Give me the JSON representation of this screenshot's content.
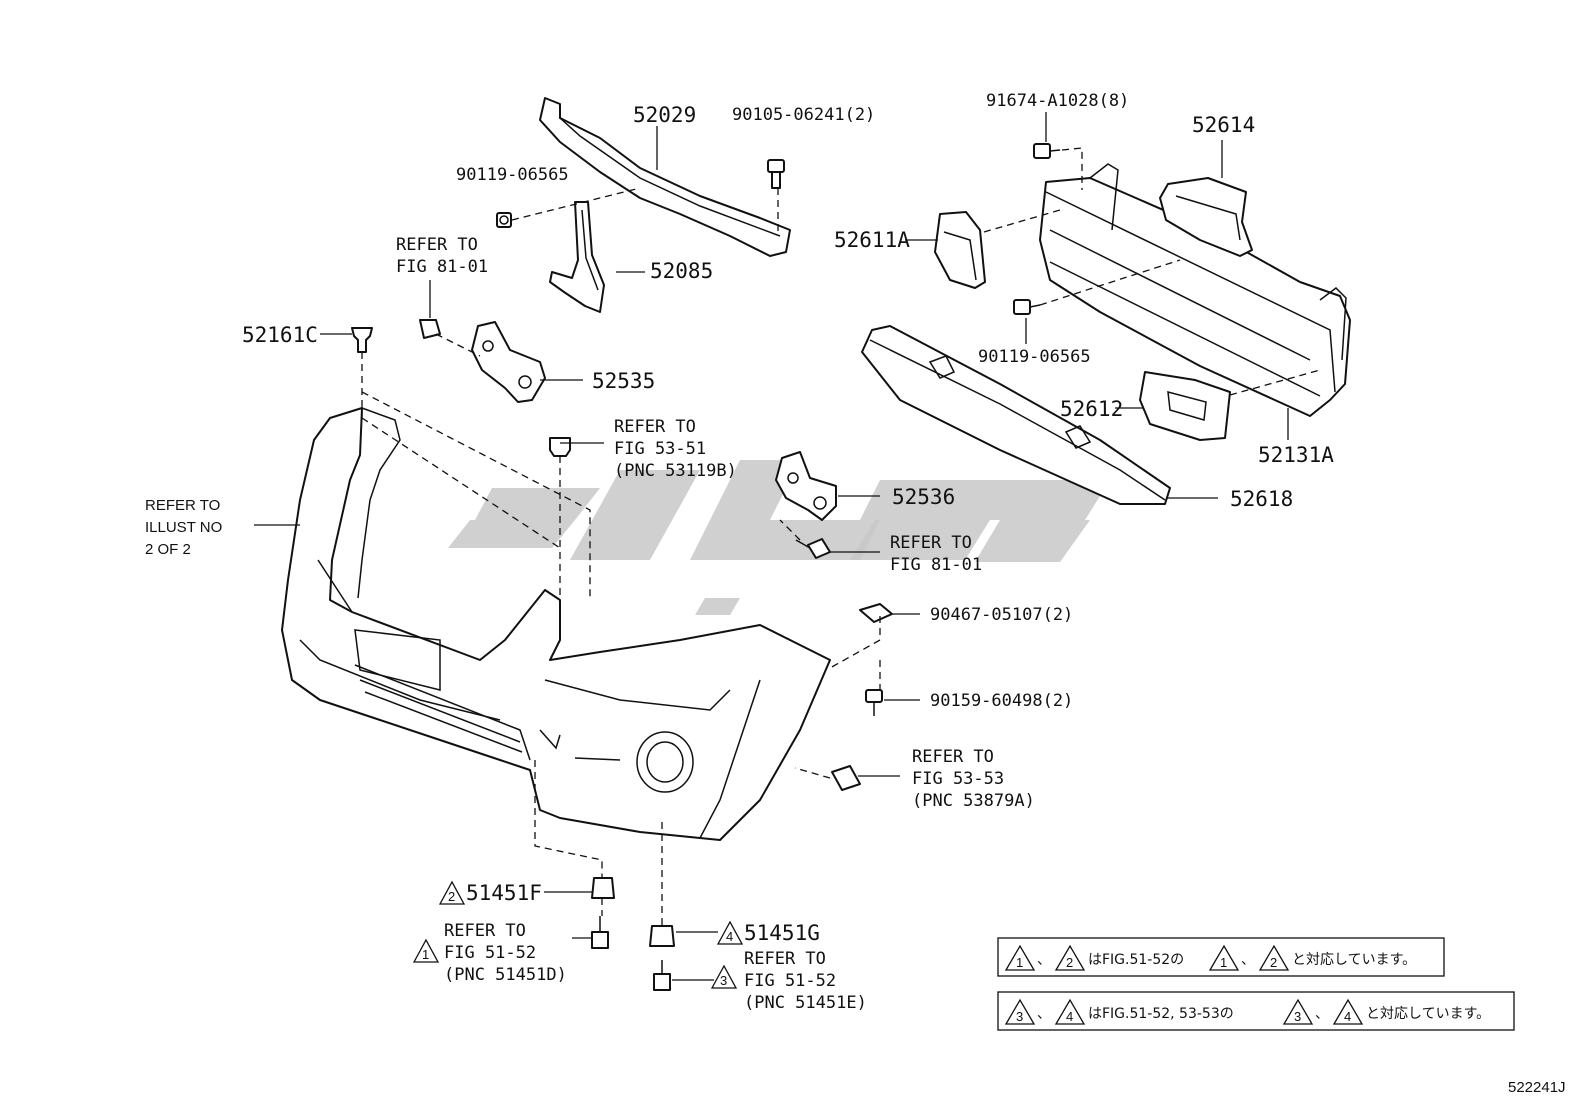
{
  "labels": {
    "p52029": "52029",
    "p90105": "90105-06241(2)",
    "p91674": "91674-A1028(8)",
    "p52614": "52614",
    "p90119a": "90119-06565",
    "refer8101a": [
      "REFER TO",
      "FIG 81-01"
    ],
    "p52085": "52085",
    "p52611A": "52611A",
    "p52161C": "52161C",
    "p52535": "52535",
    "p90119b": "90119-06565",
    "p52612": "52612",
    "p52131A": "52131A",
    "refer5351": [
      "REFER TO",
      "FIG 53-51",
      "(PNC 53119B)"
    ],
    "illust": [
      "REFER TO",
      "ILLUST NO",
      "2 OF 2"
    ],
    "p52536": "52536",
    "p52618": "52618",
    "refer8101b": [
      "REFER TO",
      "FIG 81-01"
    ],
    "p90467": "90467-05107(2)",
    "p90159": "90159-60498(2)",
    "refer5353": [
      "REFER TO",
      "FIG 53-53",
      "(PNC 53879A)"
    ],
    "p51451F": "51451F",
    "refer5152d": [
      "REFER TO",
      "FIG 51-52",
      "(PNC 51451D)"
    ],
    "p51451G": "51451G",
    "refer5152e": [
      "REFER TO",
      "FIG 51-52",
      "(PNC 51451E)"
    ]
  },
  "markers": {
    "m1": "1",
    "m2": "2",
    "m3": "3",
    "m4": "4"
  },
  "notes": {
    "note1": {
      "sep1": "、",
      "mid": "はFIG.51-52の",
      "sep2": "、",
      "end": "と対応しています。"
    },
    "note2": {
      "sep1": "、",
      "mid": "はFIG.51-52, 53-53の",
      "sep2": "、",
      "end": "と対応しています。"
    }
  },
  "figure_id": "522241J",
  "colors": {
    "ink": "#111111",
    "watermark": "#c8c8c8",
    "background": "#ffffff"
  }
}
